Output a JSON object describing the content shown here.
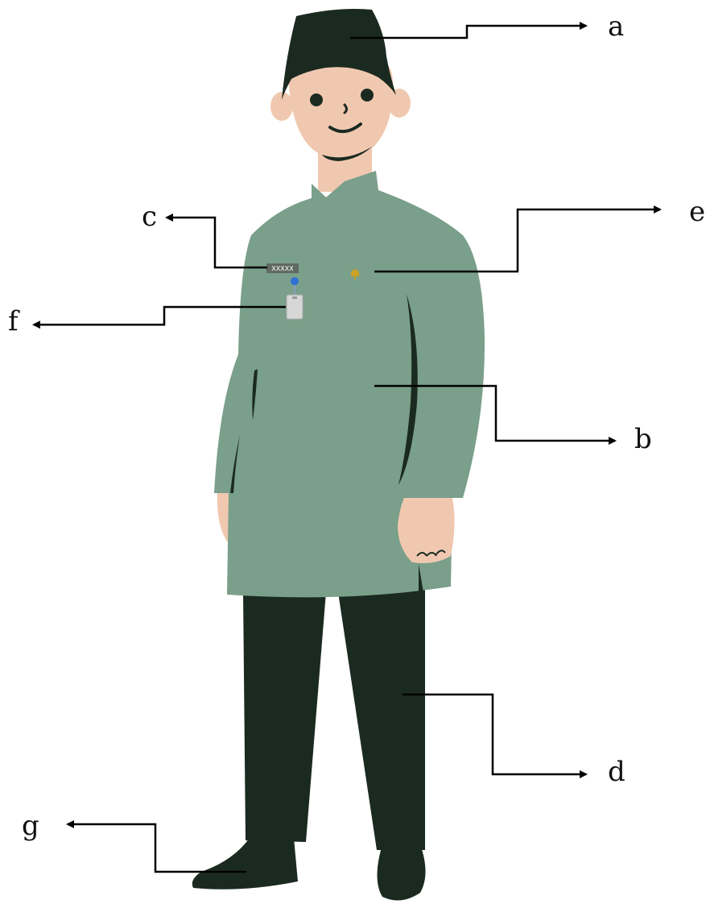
{
  "labels": {
    "a": "a",
    "b": "b",
    "c": "c",
    "d": "d",
    "e": "e",
    "f": "f",
    "g": "g"
  },
  "name_tag_text": "XXXXX",
  "colors": {
    "cap": "#1b2a20",
    "skin": "#f0c8b0",
    "shirt": "#7a9f8a",
    "shirt_fold": "#1b2a20",
    "trousers": "#1b2a20",
    "shoes": "#1b2a20",
    "name_tag": "#5f6a63",
    "badge": "#c9a227",
    "id_card": "#d7d7d7",
    "lanyard_clip": "#2f6fd6",
    "arrow": "#000000"
  }
}
